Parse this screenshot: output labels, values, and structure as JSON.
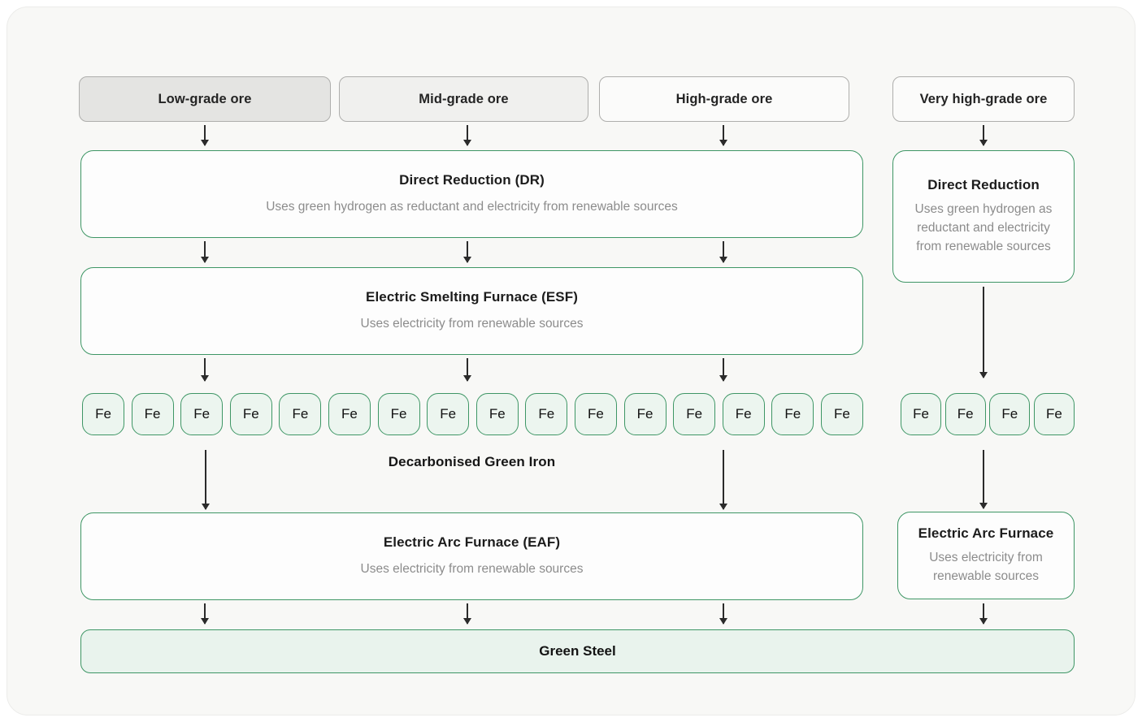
{
  "ore_grades": [
    {
      "label": "Low-grade ore"
    },
    {
      "label": "Mid-grade ore"
    },
    {
      "label": "High-grade ore"
    },
    {
      "label": "Very high-grade ore"
    }
  ],
  "main_path": {
    "direct_reduction": {
      "title": "Direct Reduction (DR)",
      "subtitle": "Uses green hydrogen as reductant and electricity from renewable sources"
    },
    "electric_smelting_furnace": {
      "title": "Electric Smelting Furnace (ESF)",
      "subtitle": "Uses electricity from renewable sources"
    },
    "fe_symbol": "Fe",
    "fe_count": 16,
    "green_iron_label": "Decarbonised Green Iron",
    "electric_arc_furnace": {
      "title": "Electric Arc Furnace (EAF)",
      "subtitle": "Uses electricity from renewable sources"
    }
  },
  "direct_route": {
    "direct_reduction": {
      "title": "Direct Reduction",
      "subtitle": "Uses green hydrogen as reductant and electricity from renewable  sources"
    },
    "fe_symbol": "Fe",
    "fe_count": 4,
    "electric_arc_furnace": {
      "title": "Electric Arc Furnace",
      "subtitle": "Uses electricity from renewable sources"
    }
  },
  "output": {
    "label": "Green Steel"
  },
  "colors": {
    "accent_green": "#3e9665",
    "fe_fill": "#ecf5ef",
    "steel_fill": "#e9f3ed",
    "ore_low_fill": "#e4e4e2",
    "ore_mid_fill": "#f0f0ee",
    "ore_high_fill": "#fbfbfa",
    "card_bg": "#f8f8f6",
    "arrow_color": "#2b2b2b"
  }
}
